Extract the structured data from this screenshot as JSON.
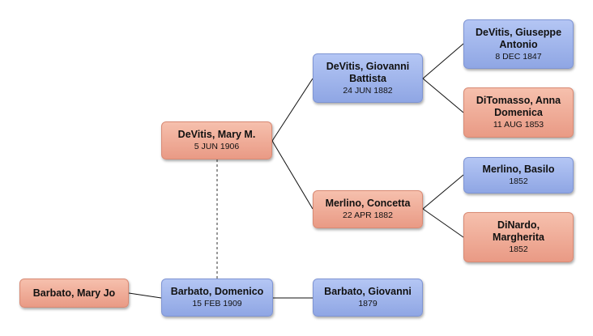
{
  "people": {
    "mary_jo": {
      "name": "Barbato, Mary Jo",
      "date": "",
      "sex": "female"
    },
    "domenico": {
      "name": "Barbato, Domenico",
      "date": "15 FEB 1909",
      "sex": "male"
    },
    "giovanni_b": {
      "name": "Barbato, Giovanni",
      "date": "1879",
      "sex": "male"
    },
    "mary_m": {
      "name": "DeVitis, Mary M.",
      "date": "5 JUN 1906",
      "sex": "female"
    },
    "giovanni_battista": {
      "name": "DeVitis, Giovanni Battista",
      "date": "24 JUN 1882",
      "sex": "male"
    },
    "concetta": {
      "name": "Merlino, Concetta",
      "date": "22 APR 1882",
      "sex": "female"
    },
    "giuseppe": {
      "name": "DeVitis, Giuseppe Antonio",
      "date": "8 DEC 1847",
      "sex": "male"
    },
    "anna": {
      "name": "DiTomasso, Anna Domenica",
      "date": "11 AUG 1853",
      "sex": "female"
    },
    "basilo": {
      "name": "Merlino, Basilo",
      "date": "1852",
      "sex": "male"
    },
    "margherita": {
      "name": "DiNardo, Margherita",
      "date": "1852",
      "sex": "female"
    }
  },
  "colors": {
    "male": "#9bb1ea",
    "female": "#ef a896",
    "line": "#111111",
    "spouse_link": "#555555"
  }
}
